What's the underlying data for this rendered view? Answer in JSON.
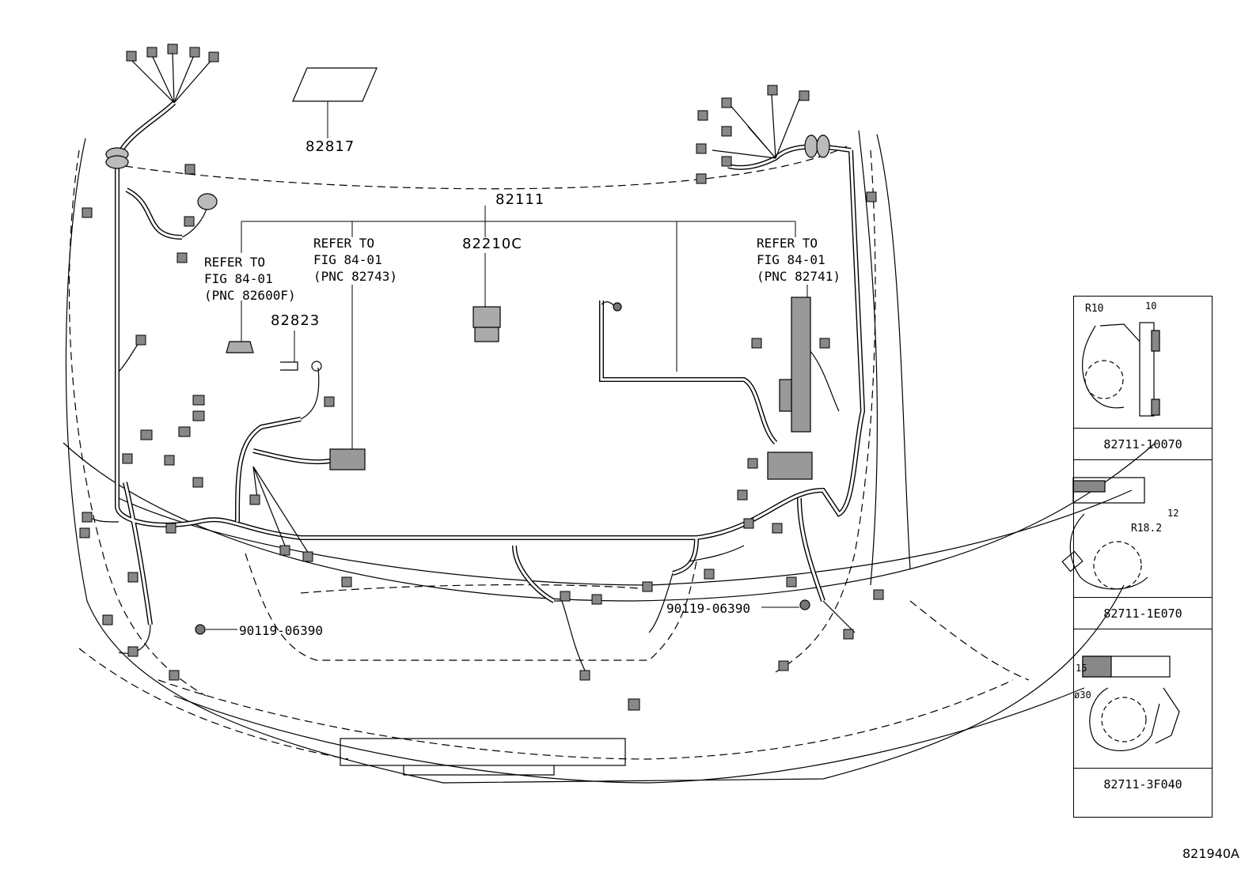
{
  "labels": {
    "p82817": "82817",
    "p82111": "82111",
    "p82210c": "82210C",
    "p82823": "82823",
    "refer_left": [
      "REFER TO",
      "FIG 84-01",
      "(PNC 82600F)"
    ],
    "refer_mid": [
      "REFER TO",
      "FIG 84-01",
      "(PNC 82743)"
    ],
    "refer_right": [
      "REFER TO",
      "FIG 84-01",
      "(PNC 82741)"
    ],
    "bolt_left": "90119-06390",
    "bolt_right": "90119-06390"
  },
  "side_panel": {
    "clamps": [
      {
        "part": "82711-10070",
        "dims": [
          "R10",
          "10"
        ]
      },
      {
        "part": "82711-1E070",
        "dims": [
          "12",
          "R18.2"
        ]
      },
      {
        "part": "82711-3F040",
        "dims": [
          "15",
          "ø30"
        ]
      }
    ]
  },
  "figure_id": "821940A"
}
